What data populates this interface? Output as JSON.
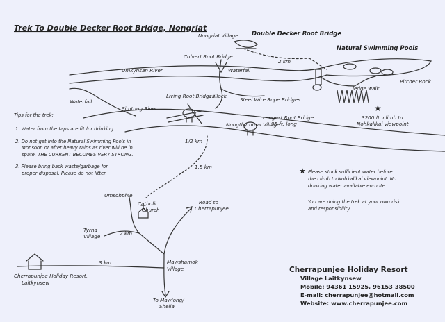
{
  "title": "Trek To Double Decker Root Bridge, Nongriat",
  "places": {
    "nongriat_village": "Nongriat Village..",
    "double_decker": "Double Decker Root Bridge",
    "natural_pools": "Natural Swimming Pools",
    "culvert": "Culvert Root Bridge",
    "waterfall_top": "Waterfall",
    "waterfall_left": "Waterfall",
    "umkynsan": "Umkynsan River",
    "hillock": "Hillock",
    "steel_wire": "Steel Wire Rope Bridges",
    "ledge_walk": "ledge walk",
    "pitcher_rock": "Pitcher Rock",
    "living_root": "Living Root Bridges",
    "simtung": "Simtung River",
    "longest_root": "Longest Root Bridge",
    "longest_len": "95 ft. long",
    "climb": "3200 ft. climb to",
    "climb2": "Nohkalikai viewpoint",
    "nongthymmai": "Nongthymmai Village",
    "umsohphie": "Umsohphie",
    "catholic": "Catholic Church",
    "road_cherra": "Road to Cherrapunjee",
    "tyrna": "Tyrna Village",
    "mawshamok": "Mawshamok Village",
    "to_mawlong": "To Mawlong/ Shella",
    "resort": "Cherrapunjee Holiday Resort,",
    "resort2": "Laitkynsew"
  },
  "distances": {
    "d_2km_top": "2 km",
    "d_half": "1/2 km",
    "d_1_5": "1.5 km",
    "d_2km": "2 km",
    "d_3km": "3 km"
  },
  "tips": {
    "heading": "Tips for the trek:",
    "t1": "1. Water from the taps are fit for drinking.",
    "t2a": "2. Do not get into the Natural Swimming Pools in",
    "t2b": "Monsoon or after heavy rains as river will be in",
    "t2c": "spate. THE CURRENT BECOMES VERY STRONG.",
    "t3a": "3. Please bring back waste/garbage for",
    "t3b": "proper disposal. Please do not litter."
  },
  "notes": {
    "star1": "Please stock sufficient water before",
    "star2": "the climb to Nohkalikai viewpoint. No",
    "star3": "drinking water available enroute.",
    "risk1": "You are doing the trek at your own risk",
    "risk2": "and responsibility."
  },
  "footer": {
    "name": "Cherrapunjee Holiday Resort",
    "village": "Village Laitkynsew",
    "mobile": "Mobile: 94361 15925, 96153 38500",
    "email": "E-mail: cherrapunjee@hotmail.com",
    "website": "Website: www.cherrapunjee.com"
  }
}
